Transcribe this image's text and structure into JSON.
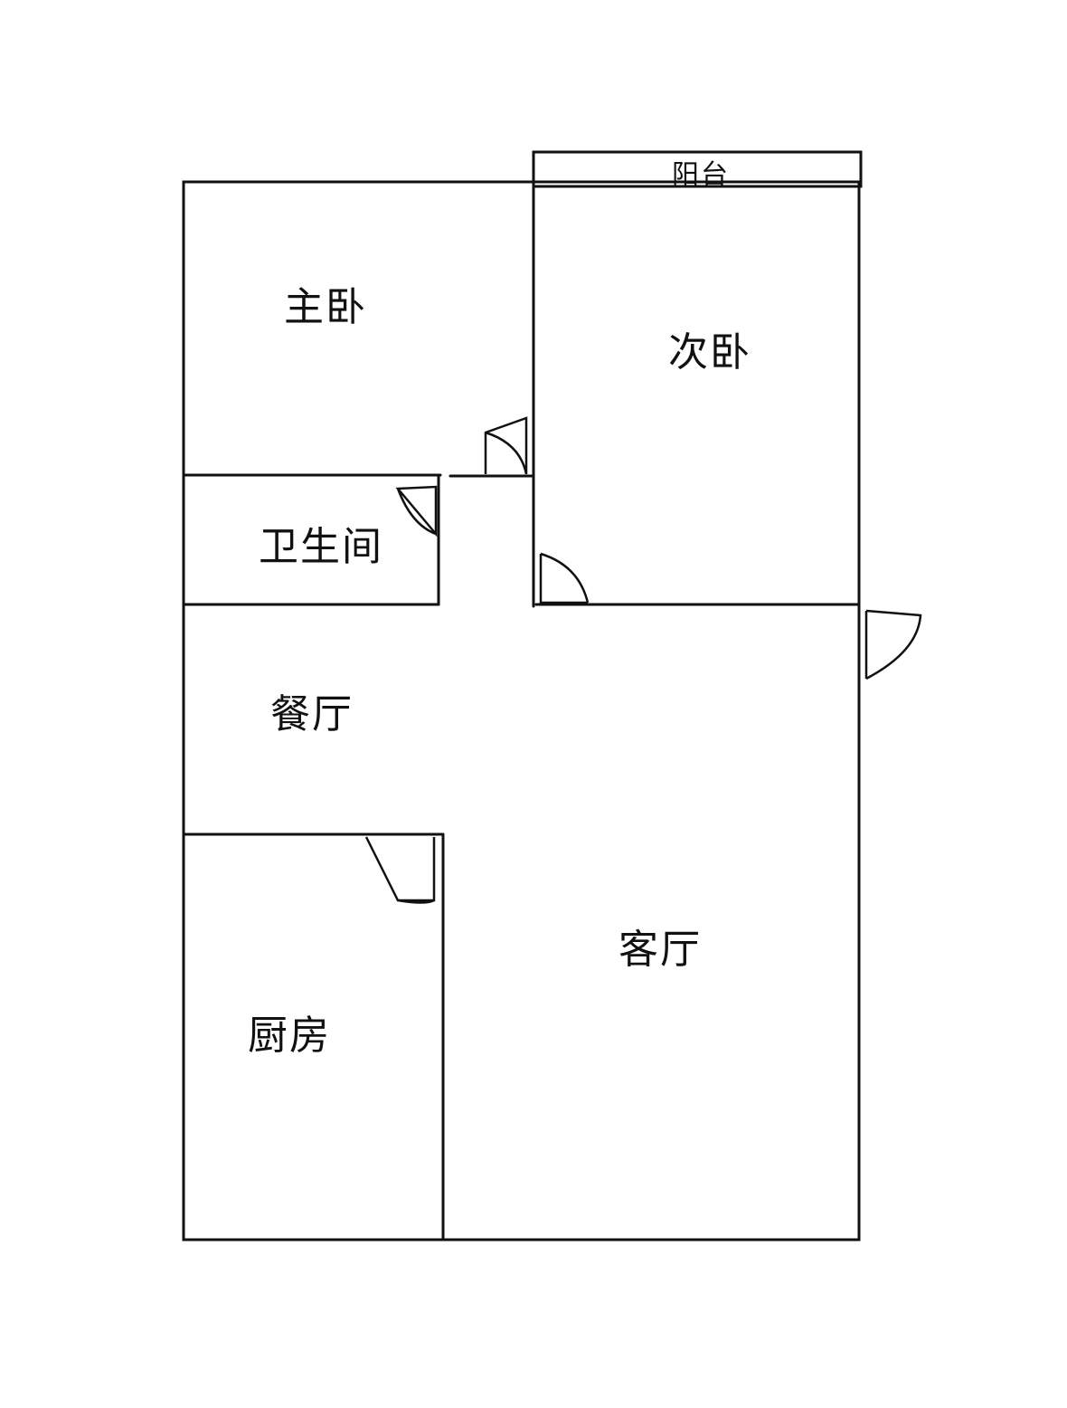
{
  "rooms": {
    "balcony": "阳台",
    "master_bedroom": "主卧",
    "second_bedroom": "次卧",
    "bathroom": "卫生间",
    "dining_room": "餐厅",
    "living_room": "客厅",
    "kitchen": "厨房"
  }
}
